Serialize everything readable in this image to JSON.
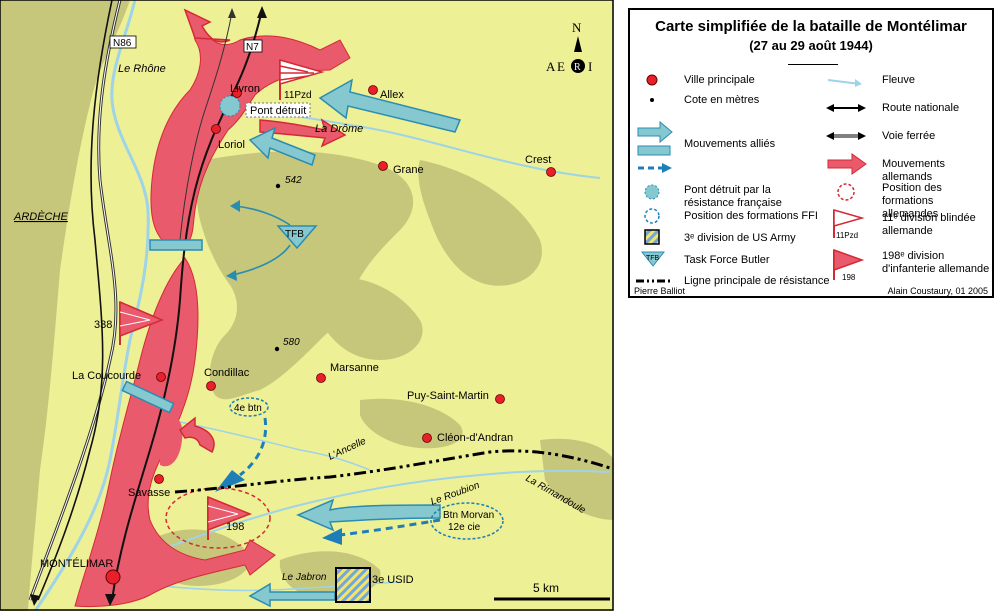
{
  "legend": {
    "title": "Carte simplifiée de la bataille de Montélimar",
    "subtitle": "(27 au 29 août 1944)",
    "items": {
      "ville": "Ville principale",
      "cote": "Cote en mètres",
      "allies": "Mouvements alliés",
      "pont": "Pont détruit par la résistance française",
      "ffi": "Position des formations FFI",
      "us3": "3ᵉ division de US Army",
      "tfb": "Task Force Butler",
      "ligne": "Ligne principale de résistance",
      "fleuve": "Fleuve",
      "route": "Route nationale",
      "voie": "Voie ferrée",
      "mvt_all": "Mouvements allemands",
      "pos_all": "Position des formations allemandes",
      "pz11": "11ᵉ division blindée allemande",
      "inf198": "198ᵉ division d'infanterie allemande"
    },
    "sym_labels": {
      "tfb": "TFB",
      "pz": "11Pzd",
      "inf": "198"
    },
    "credit_left": "Pierre Balliot",
    "credit_right": "Alain Coustaury, 01 2005"
  },
  "map": {
    "roads": {
      "n86": "N86",
      "n7": "N7"
    },
    "rivers": {
      "rhone": "Le Rhône",
      "drome": "La Drôme",
      "ancelle": "L'Ancelle",
      "roubion": "Le Roubion",
      "rimandoule": "La Rimandoule",
      "jabron": "Le Jabron"
    },
    "region": "ARDÈCHE",
    "cities": {
      "livron": "Livron",
      "allex": "Allex",
      "loriol": "Loriol",
      "grane": "Grane",
      "crest": "Crest",
      "coucourde": "La Coucourde",
      "condillac": "Condillac",
      "marsanne": "Marsanne",
      "puy": "Puy-Saint-Martin",
      "cleon": "Cléon-d'Andran",
      "savasse": "Savasse",
      "montelimar": "MONTÉLIMAR"
    },
    "elevations": {
      "e542": "542",
      "e580": "580"
    },
    "units": {
      "pz11": "11Pzd",
      "u338": "338",
      "u198": "198",
      "tfb": "TFB",
      "btn4": "4e btn",
      "morvan1": "Btn Morvan",
      "morvan2": "12e cie",
      "usid": "3e USID"
    },
    "pont": "Pont détruit",
    "scale": "5 km",
    "compass": {
      "n": "N",
      "a": "A",
      "e": "E",
      "r": "R",
      "i": "I"
    }
  },
  "colors": {
    "plain": "#eef096",
    "hills": "#c7c77b",
    "german": "#e85a6c",
    "german_stroke": "#d42a35",
    "allied": "#86c8cf",
    "allied_stroke": "#2a8db0",
    "river": "#9fd3e8",
    "city": "#e8202a"
  }
}
